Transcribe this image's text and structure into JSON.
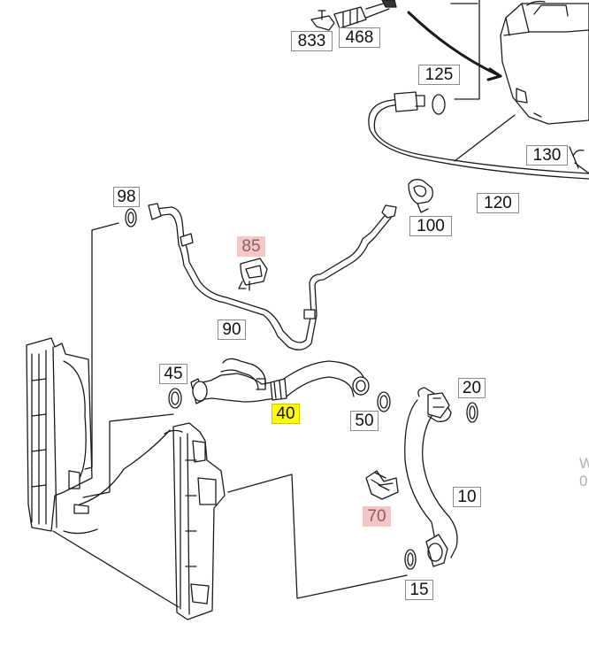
{
  "callouts": {
    "p833": "833",
    "p468": "468",
    "p125": "125",
    "p130": "130",
    "p120": "120",
    "p98": "98",
    "p100": "100",
    "p85": "85",
    "p90": "90",
    "p45": "45",
    "p40": "40",
    "p50": "50",
    "p20": "20",
    "p10": "10",
    "p70": "70",
    "p15": "15"
  },
  "edge_text": {
    "line1": "W",
    "line2": "0"
  },
  "colors": {
    "stroke": "#1a1a1a",
    "highlight_yellow": "#ffff00",
    "highlight_pink": "#f4c6c6"
  }
}
